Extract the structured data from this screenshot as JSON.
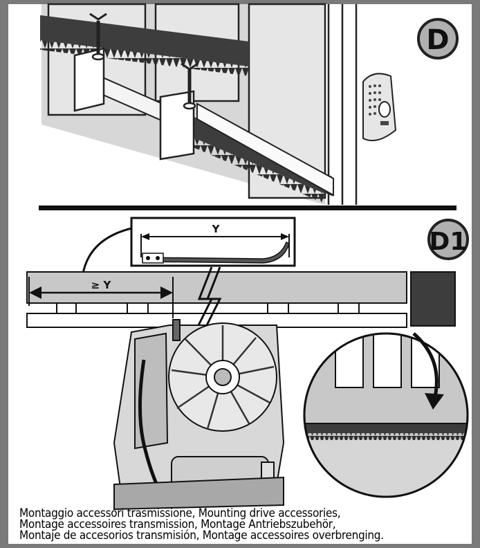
{
  "panels": {
    "top": {
      "badge": "D"
    },
    "bottom": {
      "badge": "D1"
    }
  },
  "labels": {
    "inset_dimension": "Y",
    "rack_dimension": "≥ Y"
  },
  "caption": {
    "line1": "Montaggio accessori trasmissione, Mounting drive accessories,",
    "line2": "Montage accessoires transmission, Montage Antriebszubehör,",
    "line3": "Montaje de accesorios transmisión, Montage accessoires overbrenging."
  },
  "colors": {
    "frame": "#7a7a7a",
    "rack_dark": "#3d3d3d",
    "panel_gray": "#c8c8c8",
    "badge_fill": "#b0b0b0"
  }
}
